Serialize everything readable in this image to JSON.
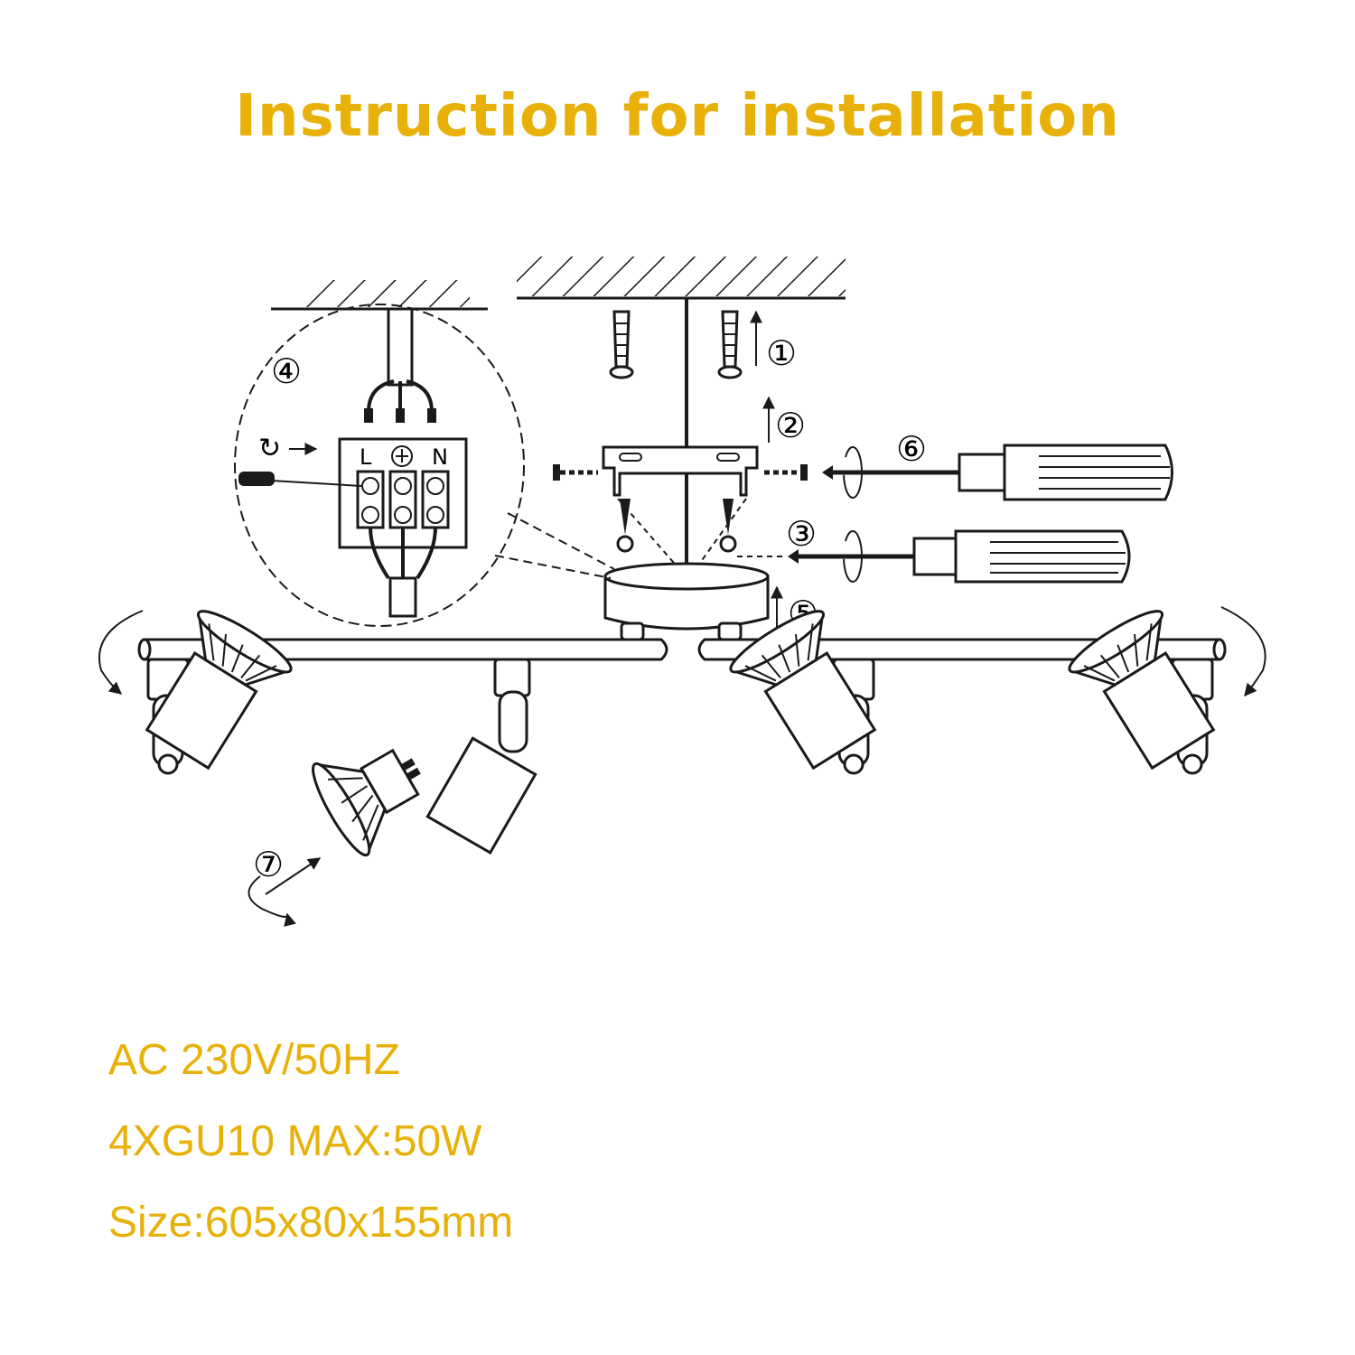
{
  "title": "Instruction for installation",
  "colors": {
    "accent": "#E8B10A",
    "line": "#1a1a1a"
  },
  "steps": [
    "①",
    "②",
    "③",
    "④",
    "⑤",
    "⑥",
    "⑦"
  ],
  "terminal_labels": {
    "live": "L",
    "neutral": "N"
  },
  "specs": {
    "voltage": "AC 230V/50HZ",
    "bulbs": "4XGU10 MAX:50W",
    "size": "Size:605x80x155mm"
  }
}
